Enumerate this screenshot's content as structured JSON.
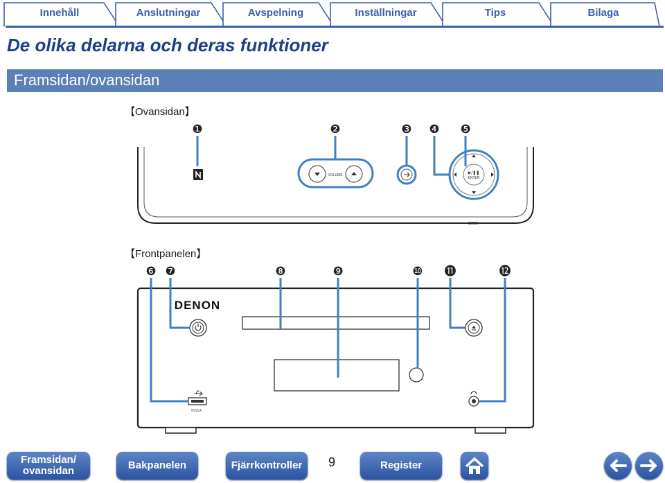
{
  "tabs": [
    "Innehåll",
    "Anslutningar",
    "Avspelning",
    "Inställningar",
    "Tips",
    "Bilaga"
  ],
  "page_title": "De olika delarna och deras funktioner",
  "section_title": "Framsidan/ovansidan",
  "top_view": {
    "label": "【Ovansidan】",
    "callouts": [
      "❶",
      "❷",
      "❸",
      "❹",
      "❺"
    ],
    "volume_text": "VOLUME",
    "enter_text": "ENTER",
    "play_text": "▶/❚❚"
  },
  "front_view": {
    "label": "【Frontpanelen】",
    "callouts": [
      "❻",
      "❼",
      "❽",
      "❾",
      "❿",
      "⓫",
      "⓬"
    ],
    "brand": "DENON",
    "usb_text": "5V/1A"
  },
  "nav": {
    "prev_page_label": "Framsidan/ ovansidan",
    "rear_panel_label": "Bakpanelen",
    "remote_label": "Fjärrkontroller",
    "page_number": "9",
    "register_label": "Register"
  },
  "colors": {
    "accent": "#3b5fa8",
    "title": "#1d3f86",
    "section_bar": "#5b80b8",
    "callout_line": "#3f7fc4"
  },
  "icons": [
    "home-icon",
    "arrow-left-icon",
    "arrow-right-icon",
    "nfc-icon",
    "power-icon",
    "eject-icon",
    "usb-icon",
    "headphones-icon"
  ]
}
